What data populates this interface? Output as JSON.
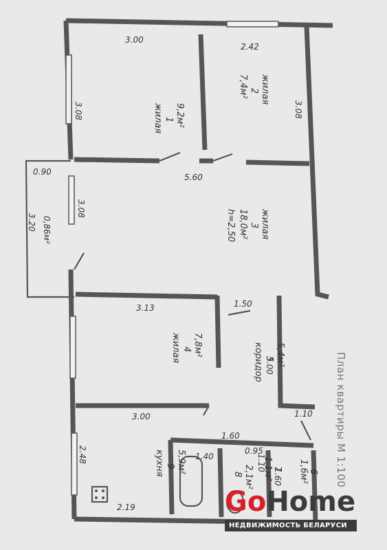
{
  "plan_title": "План квартиры М 1:100",
  "logo": {
    "part1": "Go",
    "part2": "Home",
    "tagline": "НЕДВИЖИМОСТЬ БЕЛАРУСИ"
  },
  "dimensions": {
    "top_left_width": "3.00",
    "top_right_width": "2.42",
    "left_depth": "3.08",
    "right_depth": "3.08",
    "balcony_width": "0.90",
    "balcony_length": "3.20",
    "balcony_area": "0,86м²",
    "living_width": "5.60",
    "living_depth": "3.08",
    "room4_width": "3.13",
    "corridor_small": "1.50",
    "corridor_length": "3.00",
    "kitchen_width": "3.00",
    "bath_width": "1.60",
    "bath_depth": "1.40",
    "wc_width": "0.95",
    "wc_depth": "1.10",
    "closet_width": "1.10",
    "closet_depth": "1.60",
    "kitchen_depth": "2.48",
    "kitchen_length": "2.19"
  },
  "rooms": [
    {
      "name": "жилая",
      "number": "1",
      "area": "9,2м²"
    },
    {
      "name": "жилая",
      "number": "2",
      "area": "7,4м²"
    },
    {
      "name": "жилая",
      "number": "3",
      "area": "18,0м²",
      "height": "h=2,50"
    },
    {
      "name": "жилая",
      "number": "4",
      "area": "7,8м²"
    },
    {
      "name": "коридор",
      "number": "5",
      "area": "5,4м²"
    },
    {
      "name": "кухня",
      "number": "9",
      "area": "5,9м²"
    },
    {
      "name": "",
      "number": "8",
      "area": "2,1м²"
    },
    {
      "name": "",
      "number": "7",
      "area": "1,1м²"
    },
    {
      "name": "",
      "number": "6",
      "area": "1,6м²"
    }
  ]
}
